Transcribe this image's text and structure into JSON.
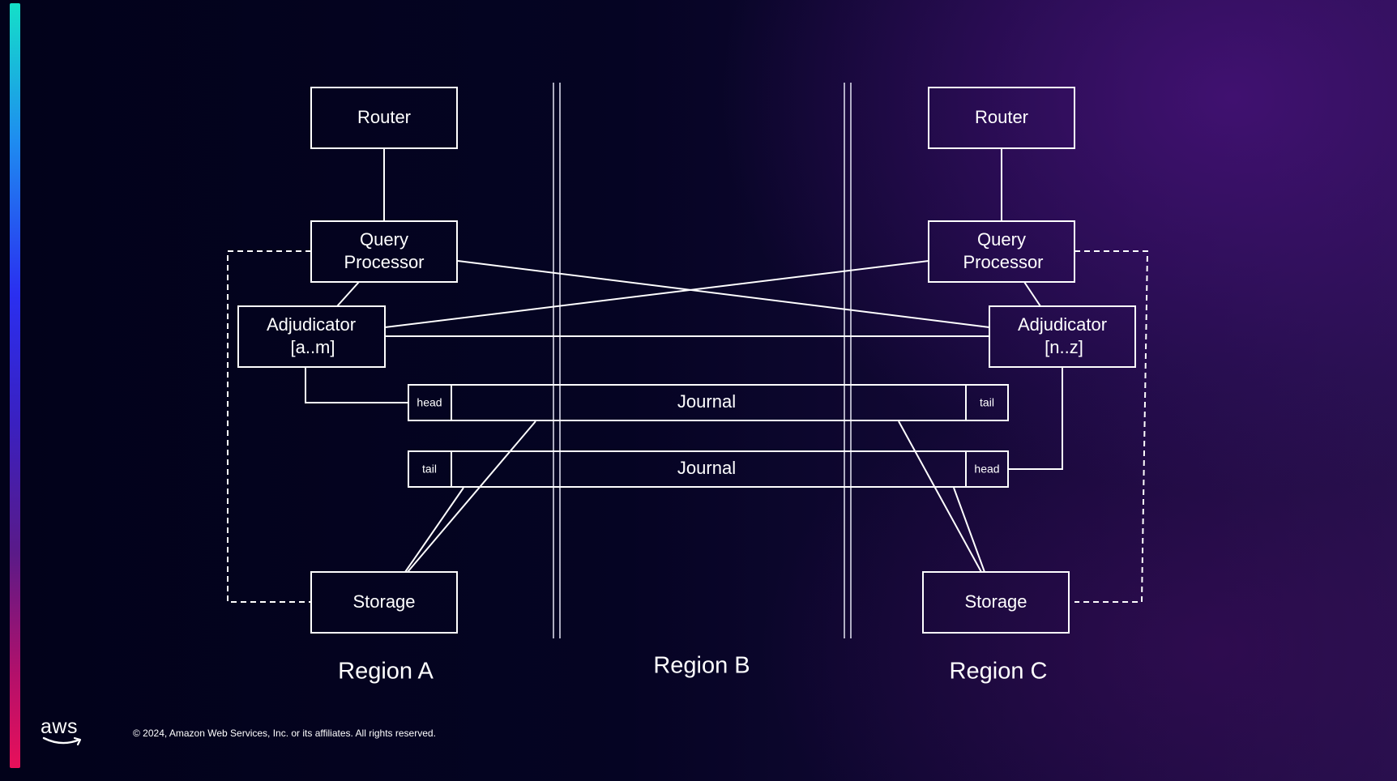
{
  "nodes": {
    "router_a": "Router",
    "router_c": "Router",
    "query_processor_a": [
      "Query",
      "Processor"
    ],
    "query_processor_c": [
      "Query",
      "Processor"
    ],
    "adjudicator_a": [
      "Adjudicator",
      "[a..m]"
    ],
    "adjudicator_c": [
      "Adjudicator",
      "[n..z]"
    ],
    "storage_a": "Storage",
    "storage_c": "Storage"
  },
  "journals": [
    {
      "label": "Journal",
      "left_tag": "head",
      "right_tag": "tail"
    },
    {
      "label": "Journal",
      "left_tag": "tail",
      "right_tag": "head"
    }
  ],
  "regions": [
    "Region A",
    "Region B",
    "Region C"
  ],
  "footer": {
    "logo": "aws",
    "copyright": "© 2024, Amazon Web Services, Inc. or its affiliates. All rights reserved."
  },
  "colors": {
    "background": "#05051a",
    "stroke": "#ffffff",
    "accent_gradient": [
      "#14e0c8",
      "#1e8cf0",
      "#2a2ff0",
      "#5a1a88",
      "#e8105a"
    ]
  }
}
